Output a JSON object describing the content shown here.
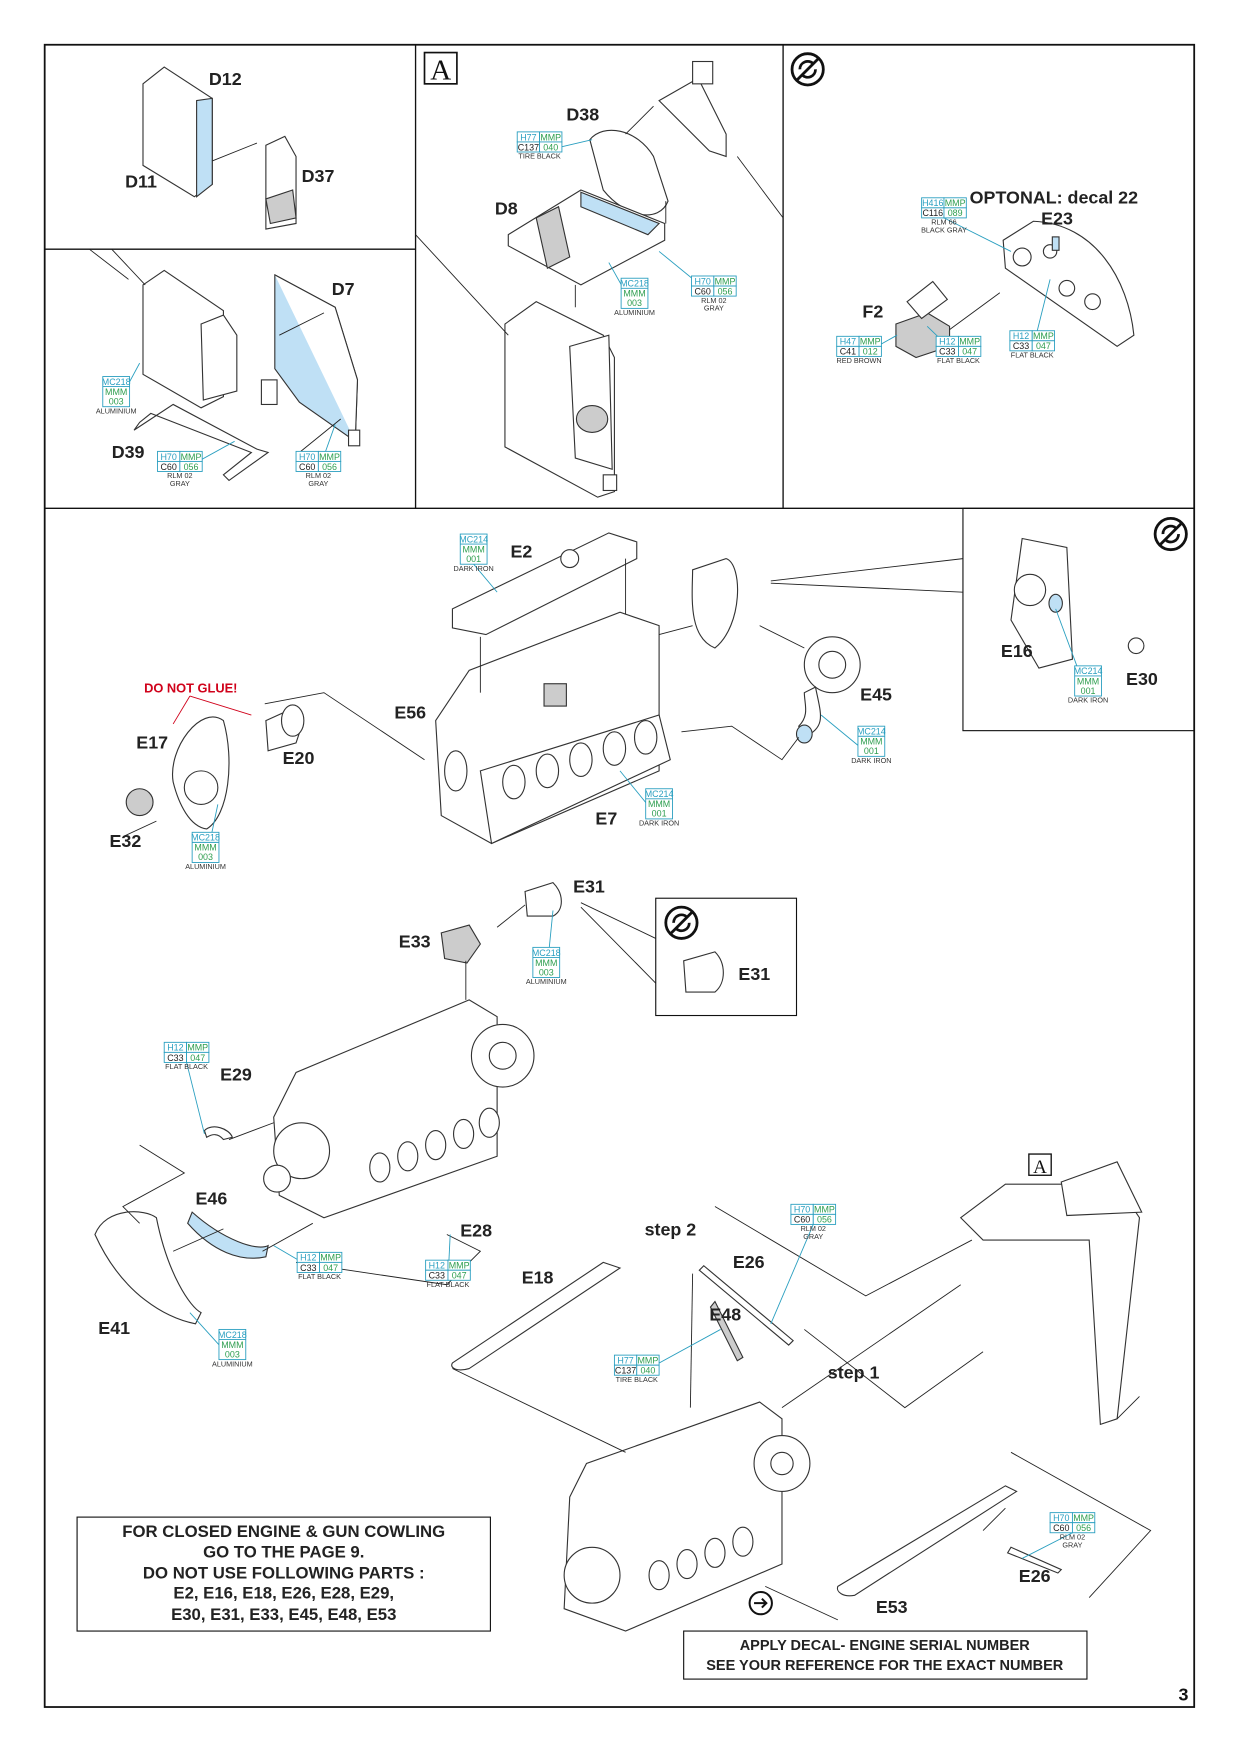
{
  "colors": {
    "humbrol_blue": "#2a9fc0",
    "mmp_green": "#2e9e4f",
    "mr_color_black": "#222222",
    "warning_red": "#d0021b",
    "highlight_blue": "#bfe0f5"
  },
  "page_number": "3",
  "panel_marker": "A",
  "icons": {
    "optional": "optional-symbol-icon",
    "decal": "decal-symbol-icon"
  },
  "labels": {
    "D12": "D12",
    "D11": "D11",
    "D37": "D37",
    "D7": "D7",
    "D39": "D39",
    "D38": "D38",
    "D8": "D8",
    "optional": "OPTONAL: decal 22",
    "E23": "E23",
    "F2": "F2",
    "E2": "E2",
    "E56": "E56",
    "E45": "E45",
    "E7": "E7",
    "do_not_glue": "DO NOT GLUE!",
    "E17": "E17",
    "E20": "E20",
    "E32": "E32",
    "E16": "E16",
    "E30": "E30",
    "E31": "E31",
    "E33": "E33",
    "E31_inset": "E31",
    "E29": "E29",
    "E46": "E46",
    "E28": "E28",
    "E41": "E41",
    "step2": "step 2",
    "E26": "E26",
    "E18": "E18",
    "E48": "E48",
    "step1": "step 1",
    "E26b": "E26",
    "E53": "E53"
  },
  "callouts": [
    {
      "type": "mc",
      "a": "MC218",
      "b": "MMM",
      "c": "003",
      "name": "ALUMINIUM"
    },
    {
      "type": "h",
      "h": "H70",
      "m": "MMP",
      "c": "C60",
      "n": "056",
      "name1": "RLM 02",
      "name2": "GRAY"
    },
    {
      "type": "h",
      "h": "H70",
      "m": "MMP",
      "c": "C60",
      "n": "056",
      "name1": "RLM 02",
      "name2": "GRAY"
    },
    {
      "type": "h",
      "h": "H77",
      "m": "MMP",
      "c": "C137",
      "n": "040",
      "name1": "TIRE BLACK",
      "name2": ""
    },
    {
      "type": "mc",
      "a": "MC218",
      "b": "MMM",
      "c": "003",
      "name": "ALUMINIUM"
    },
    {
      "type": "h",
      "h": "H70",
      "m": "MMP",
      "c": "C60",
      "n": "056",
      "name1": "RLM 02",
      "name2": "GRAY"
    },
    {
      "type": "h",
      "h": "H416",
      "m": "MMP",
      "c": "C116",
      "n": "089",
      "name1": "RLM 66",
      "name2": "BLACK GRAY"
    },
    {
      "type": "h",
      "h": "H47",
      "m": "MMP",
      "c": "C41",
      "n": "012",
      "name1": "RED BROWN",
      "name2": ""
    },
    {
      "type": "h",
      "h": "H12",
      "m": "MMP",
      "c": "C33",
      "n": "047",
      "name1": "FLAT BLACK",
      "name2": ""
    },
    {
      "type": "h",
      "h": "H12",
      "m": "MMP",
      "c": "C33",
      "n": "047",
      "name1": "FLAT BLACK",
      "name2": ""
    },
    {
      "type": "mc",
      "a": "MC214",
      "b": "MMM",
      "c": "001",
      "name": "DARK IRON"
    },
    {
      "type": "mc",
      "a": "MC214",
      "b": "MMM",
      "c": "001",
      "name": "DARK IRON"
    },
    {
      "type": "mc",
      "a": "MC214",
      "b": "MMM",
      "c": "001",
      "name": "DARK IRON"
    },
    {
      "type": "mc",
      "a": "MC218",
      "b": "MMM",
      "c": "003",
      "name": "ALUMINIUM"
    },
    {
      "type": "mc",
      "a": "MC214",
      "b": "MMM",
      "c": "001",
      "name": "DARK IRON"
    },
    {
      "type": "mc",
      "a": "MC218",
      "b": "MMM",
      "c": "003",
      "name": "ALUMINIUM"
    },
    {
      "type": "h",
      "h": "H12",
      "m": "MMP",
      "c": "C33",
      "n": "047",
      "name1": "FLAT BLACK",
      "name2": ""
    },
    {
      "type": "h",
      "h": "H12",
      "m": "MMP",
      "c": "C33",
      "n": "047",
      "name1": "FLAT BLACK",
      "name2": ""
    },
    {
      "type": "h",
      "h": "H12",
      "m": "MMP",
      "c": "C33",
      "n": "047",
      "name1": "FLAT BLACK",
      "name2": ""
    },
    {
      "type": "mc",
      "a": "MC218",
      "b": "MMM",
      "c": "003",
      "name": "ALUMINIUM"
    },
    {
      "type": "h",
      "h": "H70",
      "m": "MMP",
      "c": "C60",
      "n": "056",
      "name1": "RLM 02",
      "name2": "GRAY"
    },
    {
      "type": "h",
      "h": "H77",
      "m": "MMP",
      "c": "C137",
      "n": "040",
      "name1": "TIRE BLACK",
      "name2": ""
    },
    {
      "type": "h",
      "h": "H70",
      "m": "MMP",
      "c": "C60",
      "n": "056",
      "name1": "RLM 02",
      "name2": "GRAY"
    }
  ],
  "notes": {
    "closed_engine": [
      "FOR CLOSED ENGINE & GUN COWLING",
      "GO TO THE PAGE 9.",
      "DO NOT USE FOLLOWING PARTS :",
      "E2, E16, E18, E26, E28, E29,",
      "E30, E31, E33, E45, E48, E53"
    ],
    "decal": [
      "APPLY DECAL- ENGINE SERIAL NUMBER",
      "SEE YOUR REFERENCE FOR THE EXACT NUMBER"
    ]
  }
}
